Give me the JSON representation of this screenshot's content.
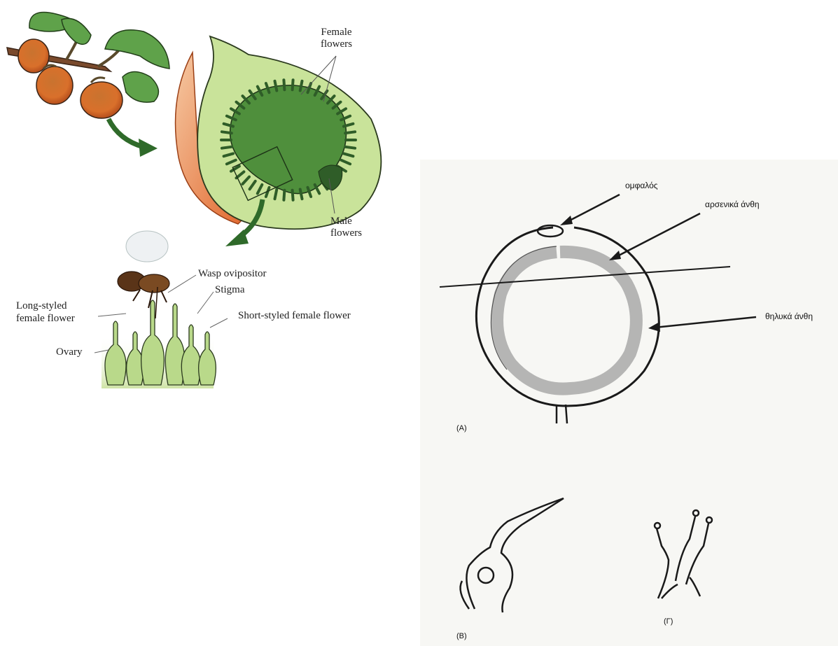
{
  "left_figure": {
    "labels": {
      "female_flowers_line1": "Female",
      "female_flowers_line2": "flowers",
      "male_flowers_line1": "Male",
      "male_flowers_line2": "flowers",
      "wasp_ovipositor": "Wasp ovipositor",
      "stigma": "Stigma",
      "long_styled_line1": "Long-styled",
      "long_styled_line2": "female flower",
      "short_styled": "Short-styled female flower",
      "ovary": "Ovary"
    },
    "colors": {
      "leaf": "#5fa24a",
      "fig_orange": "#d9702b",
      "fig_flesh": "#c9e39a",
      "cavity": "#4f8f3c",
      "arrow": "#2f6a2a",
      "flower_green": "#b9d98a"
    }
  },
  "right_figure": {
    "labels": {
      "ostiole": "ομφαλός",
      "male_flowers": "αρσενικά άνθη",
      "female_flowers": "θηλυκά άνθη",
      "panel_a": "(A)",
      "panel_b": "(B)",
      "panel_g": "(Γ)"
    }
  }
}
